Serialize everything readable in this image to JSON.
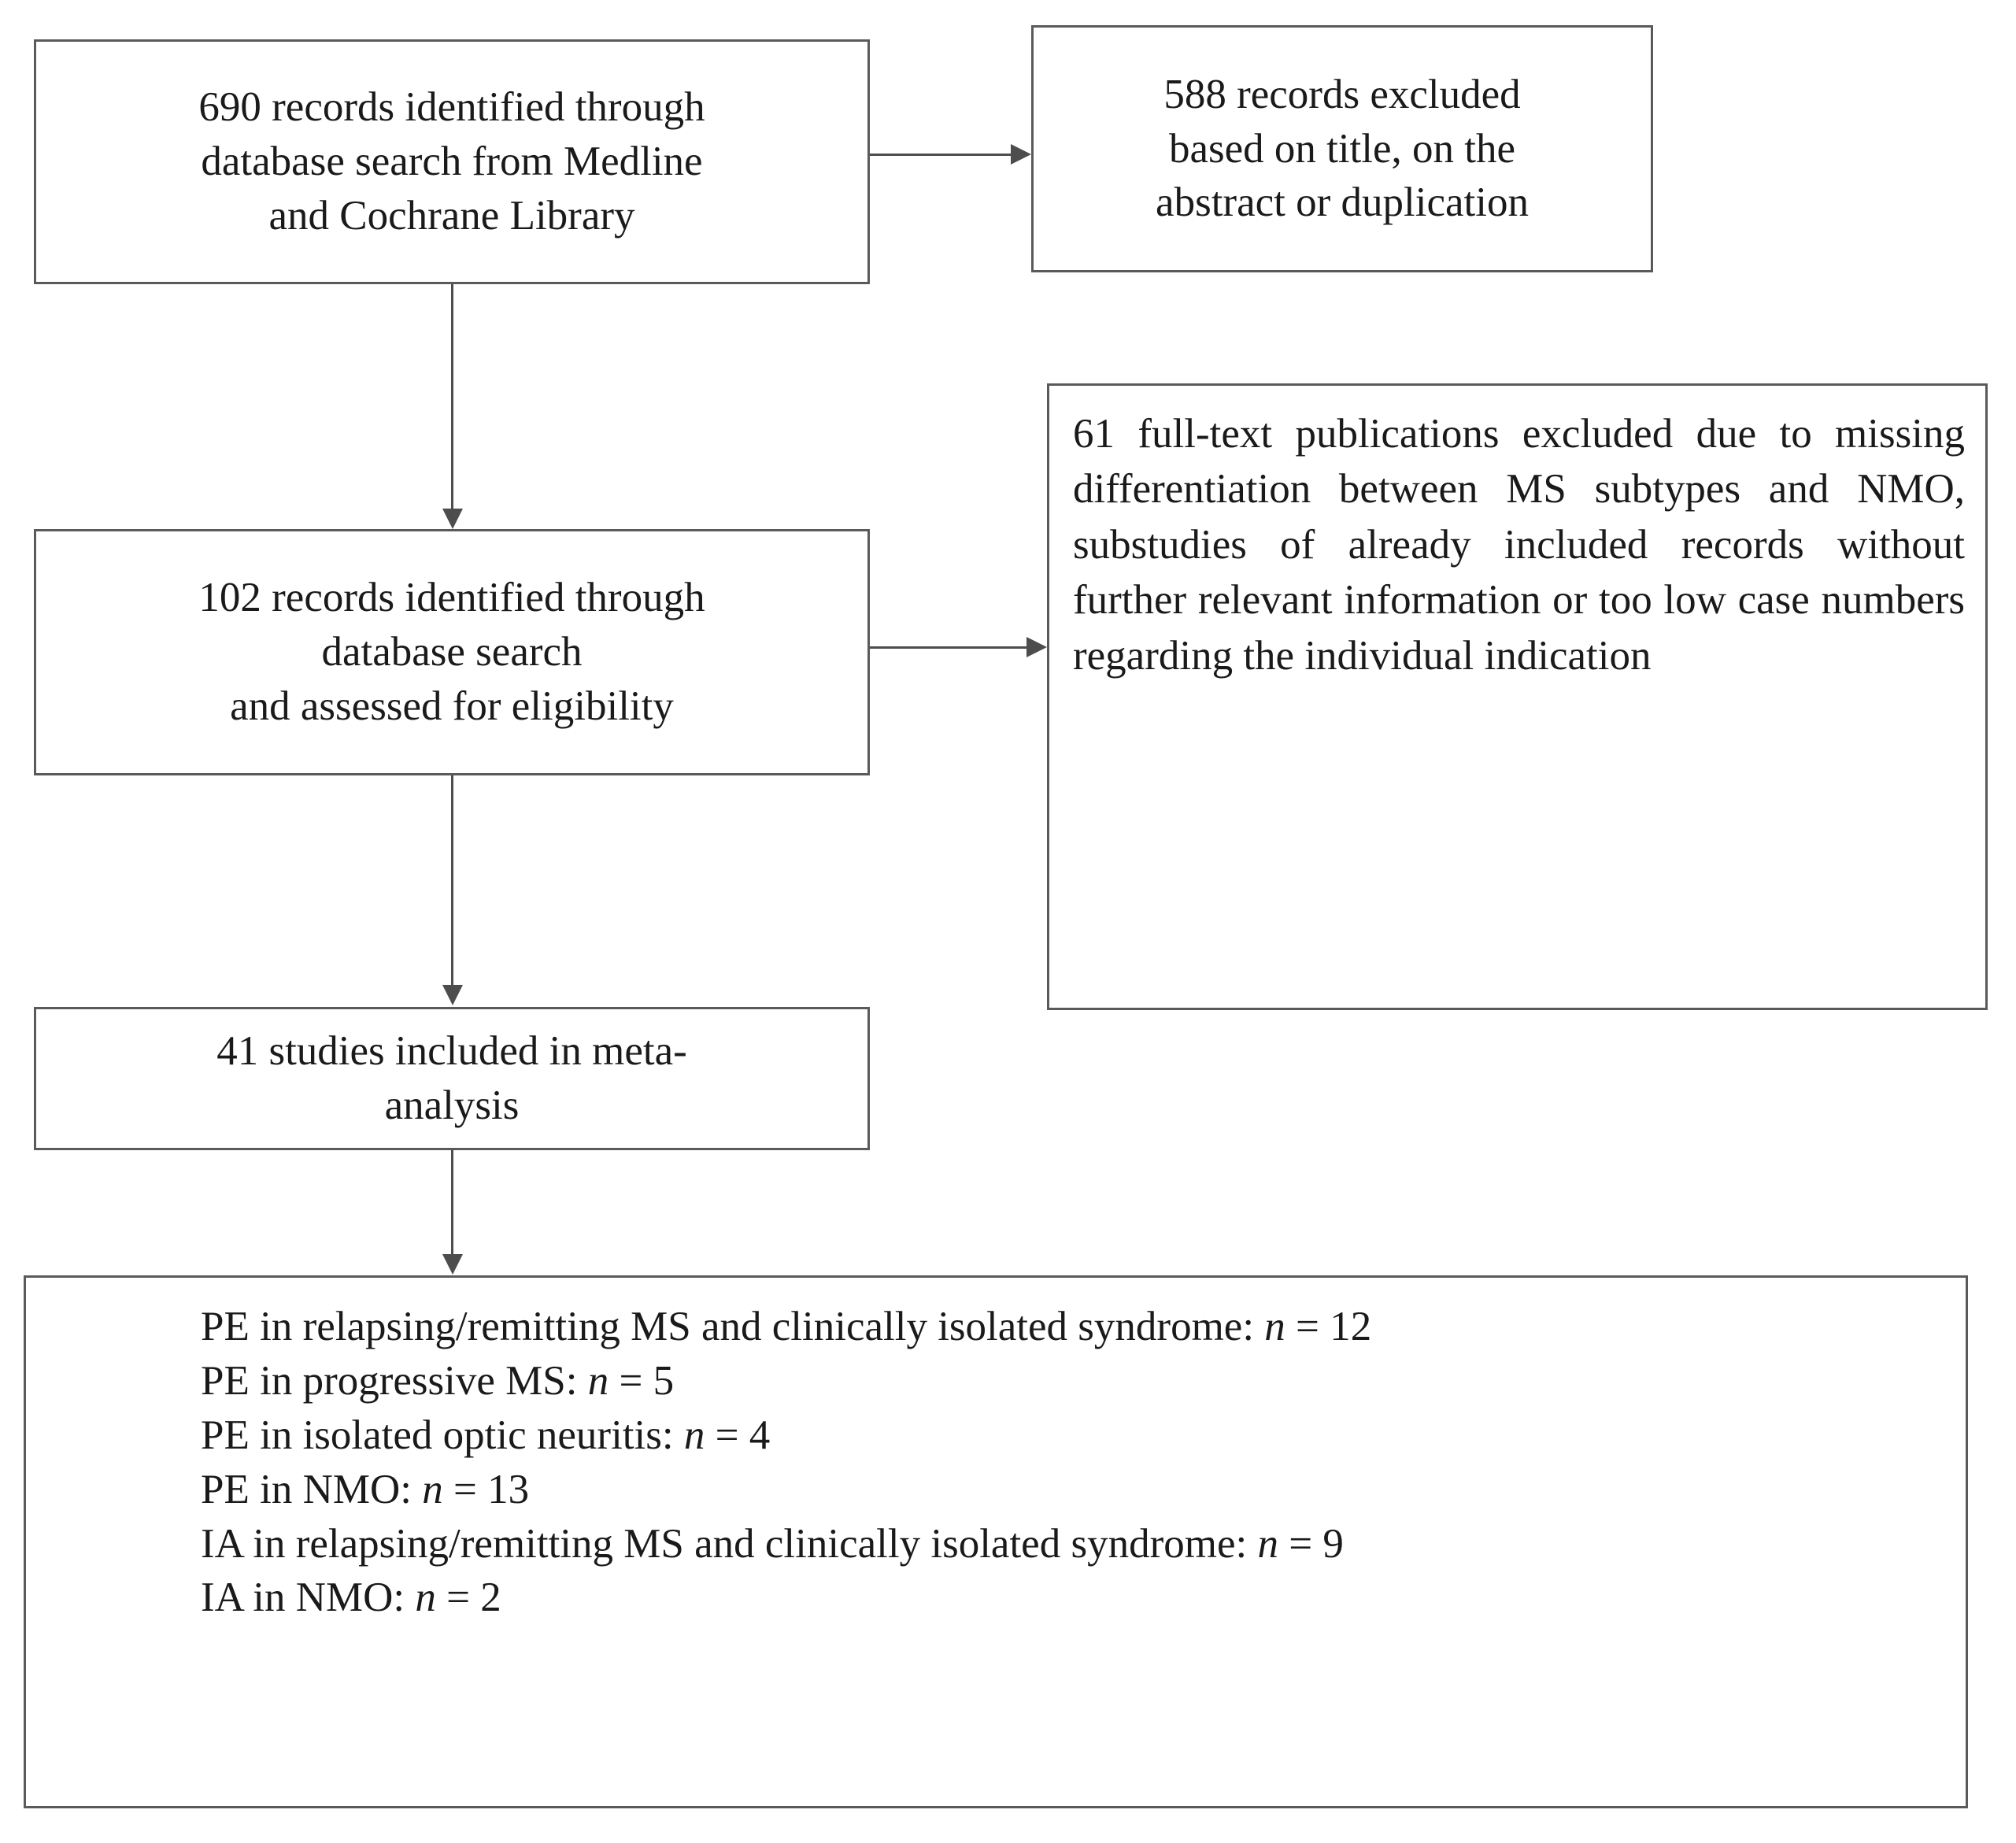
{
  "diagram": {
    "type": "prisma-flow-diagram",
    "boxes": {
      "identified": {
        "lines": [
          "690 records identified through",
          "database search from Medline",
          "and Cochrane Library"
        ]
      },
      "excluded_title": {
        "lines": [
          "588 records excluded",
          "based on title, on the",
          "abstract or duplication"
        ]
      },
      "eligibility": {
        "lines": [
          "102 records identified through",
          "database search",
          "and assessed for eligibility"
        ]
      },
      "fulltext_excluded": {
        "text": "61 full-text publications excluded due to missing differentiation between MS subtypes and NMO, substudies of already included records without further relevant information or too low case numbers regarding the individual indication"
      },
      "included": {
        "lines": [
          "41 studies included in meta-",
          "analysis"
        ]
      },
      "results": {
        "items": [
          {
            "label": "PE in relapsing/remitting MS and clinically isolated syndrome:",
            "n_symbol": "n",
            "equals": "=",
            "value": "12"
          },
          {
            "label": "PE in progressive MS:",
            "n_symbol": "n",
            "equals": "=",
            "value": "5"
          },
          {
            "label": "PE in isolated optic neuritis:",
            "n_symbol": "n",
            "equals": "=",
            "value": "4"
          },
          {
            "label": "PE in NMO:",
            "n_symbol": "n",
            "equals": "=",
            "value": "13"
          },
          {
            "label": "IA in relapsing/remitting MS and clinically isolated syndrome:",
            "n_symbol": "n",
            "equals": "=",
            "value": "9"
          },
          {
            "label": "IA in NMO:",
            "n_symbol": "n",
            "equals": "=",
            "value": "2"
          }
        ]
      }
    },
    "connectors": [
      {
        "name": "identified-to-excluded-title",
        "direction": "right"
      },
      {
        "name": "identified-to-eligibility",
        "direction": "down"
      },
      {
        "name": "eligibility-to-fulltext-excluded",
        "direction": "right"
      },
      {
        "name": "eligibility-to-included",
        "direction": "down"
      },
      {
        "name": "included-to-results",
        "direction": "down"
      }
    ],
    "colors": {
      "box_border": "#5a5a5a",
      "connector": "#4d4d4d",
      "text": "#1a1a1a",
      "background": "#ffffff"
    }
  }
}
